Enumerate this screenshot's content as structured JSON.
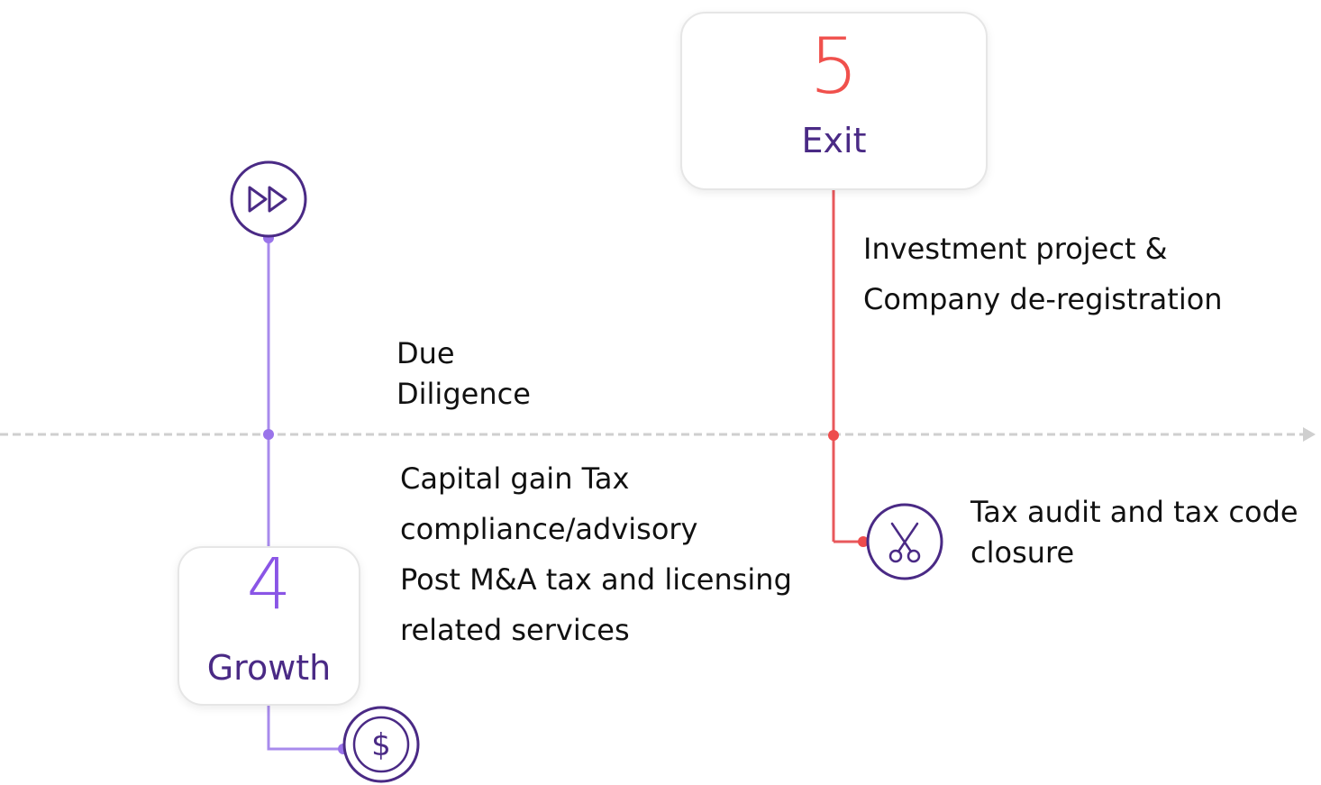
{
  "stages": {
    "exit": {
      "number": "5",
      "title": "Exit",
      "color": "#f0504c"
    },
    "growth": {
      "number": "4",
      "title": "Growth",
      "color": "#8a55e6"
    }
  },
  "labels": {
    "investment": [
      "Investment project &",
      "Company de-registration"
    ],
    "due_diligence": [
      "Due",
      "Diligence"
    ],
    "capital_gain": [
      "Capital gain Tax",
      "compliance/advisory",
      "Post M&A tax and licensing",
      "related services"
    ],
    "tax_audit": [
      "Tax audit and tax code",
      "closure"
    ]
  },
  "icons": {
    "fast_forward": "fast-forward-icon",
    "scissors": "scissors-icon",
    "dollar": "dollar-coin-icon"
  },
  "colors": {
    "purple_dark": "#4a2a85",
    "purple_line": "#a88bec",
    "red_line": "#e8585c",
    "axis": "#cfcfcf"
  }
}
